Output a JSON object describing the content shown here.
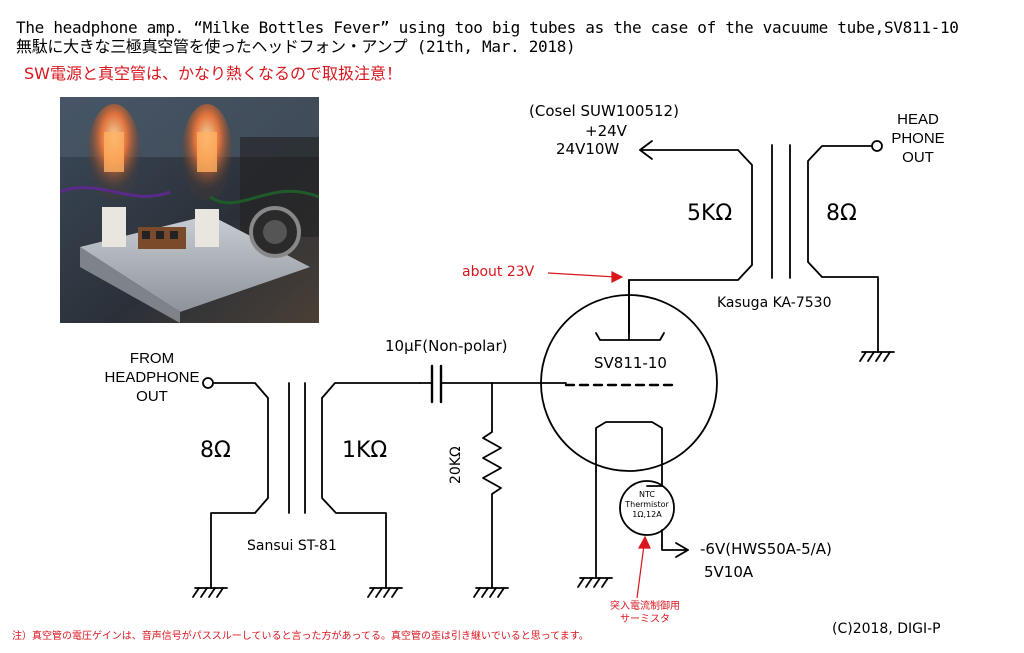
{
  "title_en": "The headphone amp. “Milke Bottles Fever” using too big tubes as the case of the vacuume tube,SV811-10",
  "title_jp": "無駄に大きな三極真空管を使ったヘッドフォン・アンプ (21th, Mar. 2018)",
  "warning": "SW電源と真空管は、かなり熱くなるので取扱注意！",
  "power_supply_top": {
    "model": "(Cosel SUW100512)",
    "voltage": "+24V",
    "rating": "24V10W"
  },
  "output": {
    "head_label": [
      "HEAD",
      "PHONE",
      "OUT"
    ],
    "transformer_primary": "5KΩ",
    "transformer_secondary": "8Ω",
    "transformer_name": "Kasuga KA-7530"
  },
  "plate_voltage_note": "about 23V",
  "input": {
    "label": [
      "FROM",
      "HEADPHONE",
      "OUT"
    ],
    "transformer_primary": "8Ω",
    "transformer_secondary": "1KΩ",
    "transformer_name": "Sansui ST-81"
  },
  "capacitor": "10μF(Non-polar)",
  "grid_resistor": "20KΩ",
  "tube": "SV811-10",
  "thermistor": {
    "lines": [
      "NTC",
      "Thermistor",
      "1Ω,12A"
    ],
    "jp_note": [
      "突入電流制御用",
      "サーミスタ"
    ]
  },
  "power_supply_heater": {
    "voltage": "-6V(HWS50A-5/A)",
    "rating": "5V10A"
  },
  "footnote": "注）真空管の電圧ゲインは、音声信号がパススルーしていると言った方があってる。真空管の歪は引き継いでいると思ってます。",
  "copyright": "(C)2018, DIGI-P",
  "colors": {
    "annotation": "#d8161e",
    "line": "#000000"
  }
}
